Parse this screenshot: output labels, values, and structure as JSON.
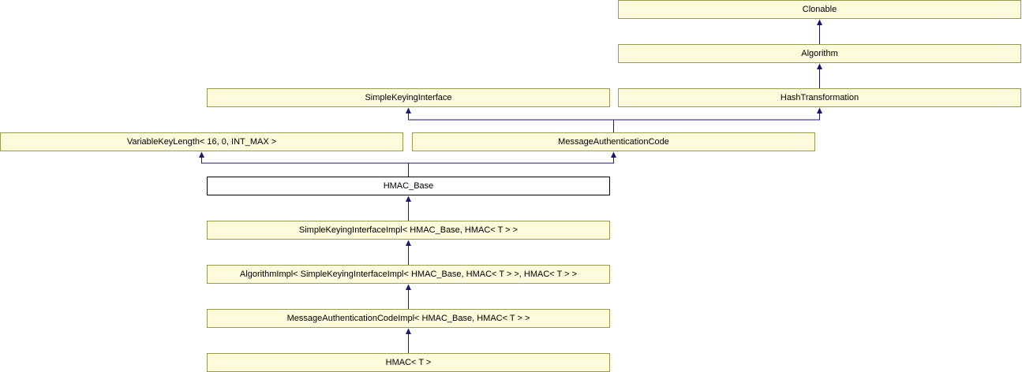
{
  "diagram": {
    "type": "class-inheritance-diagram",
    "current_class": "HMAC_Base",
    "colors": {
      "node_fill": "#fcfcdc",
      "node_border": "#9c9c4e",
      "current_node_fill": "#ffffff",
      "current_node_border": "#000000",
      "edge": "#191970",
      "background": "#ffffff",
      "text": "#000000"
    },
    "nodes": [
      {
        "label": "Clonable"
      },
      {
        "label": "Algorithm"
      },
      {
        "label": "SimpleKeyingInterface"
      },
      {
        "label": "HashTransformation"
      },
      {
        "label": "VariableKeyLength< 16, 0, INT_MAX >"
      },
      {
        "label": "MessageAuthenticationCode"
      },
      {
        "label": "HMAC_Base",
        "current": true
      },
      {
        "label": "SimpleKeyingInterfaceImpl< HMAC_Base, HMAC< T > >"
      },
      {
        "label": "AlgorithmImpl< SimpleKeyingInterfaceImpl< HMAC_Base, HMAC< T > >, HMAC< T > >"
      },
      {
        "label": "MessageAuthenticationCodeImpl< HMAC_Base, HMAC< T > >"
      },
      {
        "label": "HMAC< T >"
      }
    ],
    "edges": [
      {
        "from": "Algorithm",
        "to": "Clonable"
      },
      {
        "from": "HashTransformation",
        "to": "Algorithm"
      },
      {
        "from": "MessageAuthenticationCode",
        "to": "SimpleKeyingInterface"
      },
      {
        "from": "MessageAuthenticationCode",
        "to": "HashTransformation"
      },
      {
        "from": "HMAC_Base",
        "to": "VariableKeyLength< 16, 0, INT_MAX >"
      },
      {
        "from": "HMAC_Base",
        "to": "MessageAuthenticationCode"
      },
      {
        "from": "SimpleKeyingInterfaceImpl< HMAC_Base, HMAC< T > >",
        "to": "HMAC_Base"
      },
      {
        "from": "AlgorithmImpl< SimpleKeyingInterfaceImpl< HMAC_Base, HMAC< T > >, HMAC< T > >",
        "to": "SimpleKeyingInterfaceImpl< HMAC_Base, HMAC< T > >"
      },
      {
        "from": "MessageAuthenticationCodeImpl< HMAC_Base, HMAC< T > >",
        "to": "AlgorithmImpl< SimpleKeyingInterfaceImpl< HMAC_Base, HMAC< T > >, HMAC< T > >"
      },
      {
        "from": "HMAC< T >",
        "to": "MessageAuthenticationCodeImpl< HMAC_Base, HMAC< T > >"
      }
    ]
  }
}
